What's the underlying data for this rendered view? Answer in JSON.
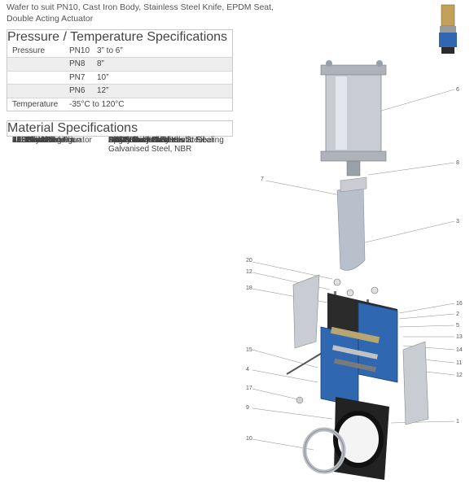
{
  "intro": {
    "line1": "Wafer to suit PN10, Cast Iron Body, Stainless Steel Knife, EPDM Seat,",
    "line2": "Double Acting Actuator"
  },
  "pressure_table": {
    "title": "Pressure / Temperature Specifications",
    "rows": [
      {
        "label": "Pressure",
        "pn": "PN10",
        "value": "3” to 6”"
      },
      {
        "label": "",
        "pn": "PN8",
        "value": "8”"
      },
      {
        "label": "",
        "pn": "PN7",
        "value": "10”"
      },
      {
        "label": "",
        "pn": "PN6",
        "value": "12”"
      }
    ],
    "temperature_label": "Temperature",
    "temperature_value": "-35°C to 120°C"
  },
  "material_table": {
    "title": "Material Specifications",
    "rows": [
      {
        "part": "1. Body",
        "material": "GG25 Grey Cast Iron"
      },
      {
        "part": "2. Gland",
        "material": "GG25 Grey Cast Iron"
      },
      {
        "part": "3. Knife",
        "material": "304 Stainless Steel"
      },
      {
        "part": "4/5. Side Plate",
        "material": "Epoxy Coated Steel"
      },
      {
        "part": "6. Pneumatic Actuator",
        "material": "Aluminium, Stainless Steel",
        "material2": "Galvanised Steel, NBR"
      },
      {
        "part": "7. Screw",
        "material": "Galvanised Steel"
      },
      {
        "part": "8. Hex Nut",
        "material": "Galvanised Steel"
      },
      {
        "part": "9. Seat",
        "material": "EPDM"
      },
      {
        "part": "10. Seat Ring",
        "material": "Stainless Steel"
      },
      {
        "part": "11. Gland",
        "material": "Edge Reinforced Kevlar Sealing"
      },
      {
        "part": "12. Gland O-ring",
        "material": "EPDM"
      },
      {
        "part": "13. Gland",
        "material": "PTFE Coated Synthetic Fiber"
      },
      {
        "part": "14. Side Protection",
        "material": "304 Stainless Steel"
      },
      {
        "part": "15. Screw",
        "material": "Galvanised Steel"
      },
      {
        "part": "16. Hex Nut",
        "material": "Galvanised Steel"
      },
      {
        "part": "17. Screw",
        "material": "Galvanised Steel"
      },
      {
        "part": "18. Threaded Pin",
        "material": "Galvanised Steel"
      },
      {
        "part": "19. Washer",
        "material": "Galvanised Steel"
      },
      {
        "part": "20. Hex Nut",
        "material": "Galvanised Steel"
      }
    ]
  },
  "drawing": {
    "callouts": {
      "c6": "6",
      "c8": "8",
      "c7": "7",
      "c3": "3",
      "c20": "20",
      "c12": "12",
      "c18": "18",
      "c16": "16",
      "c2": "2",
      "c5": "5",
      "c13": "13",
      "c14": "14",
      "c11": "11",
      "c12b": "12",
      "c15": "15",
      "c4": "4",
      "c17": "17",
      "c9": "9",
      "c1": "1",
      "c10": "10"
    },
    "colors": {
      "blue": "#2f67b1",
      "dark": "#2b2b2b",
      "metal": "#c9cdd3"
    }
  }
}
